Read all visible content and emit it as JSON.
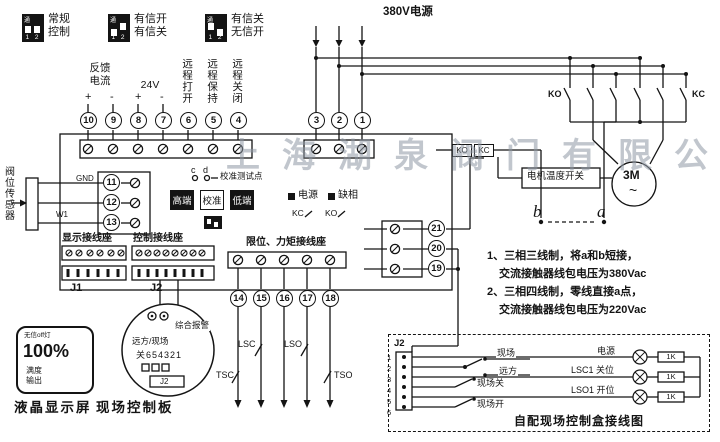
{
  "colors": {
    "line": "#141414",
    "watermark": "#8e98a4",
    "background": "#ffffff"
  },
  "watermark": "上海湖泉阀门有限公司",
  "dip": {
    "on": "通",
    "pins": "1 2",
    "sw1": {
      "l1": "常规",
      "l2": "控制"
    },
    "sw2": {
      "l1": "有信开",
      "l2": "有信关"
    },
    "sw3": {
      "l1": "有信关",
      "l2": "无信开"
    }
  },
  "power": {
    "label": "380V电源"
  },
  "inputs": {
    "fb1": "反馈",
    "fb2": "电流",
    "plus": "+",
    "minus": "-",
    "v24": "24V",
    "remote_open": "远程打开",
    "remote_hold": "远程保持",
    "remote_close": "远程关闭"
  },
  "terms": {
    "n1": "1",
    "n2": "2",
    "n3": "3",
    "n4": "4",
    "n5": "5",
    "n6": "6",
    "n7": "7",
    "n8": "8",
    "n9": "9",
    "n10": "10",
    "n11": "11",
    "n12": "12",
    "n13": "13",
    "n14": "14",
    "n15": "15",
    "n16": "16",
    "n17": "17",
    "n18": "18",
    "n19": "19",
    "n20": "20",
    "n21": "21"
  },
  "sensor": {
    "label": "阀位传感器",
    "gnd": "GND",
    "w1": "W1"
  },
  "cal": {
    "c": "c",
    "d": "d",
    "test": "校准测试点",
    "high": "高端",
    "mid": "校准",
    "low": "低端"
  },
  "ind": {
    "power": "电源",
    "phase": "缺相",
    "kc": "KC",
    "ko": "KO"
  },
  "blocks": {
    "display": "显示接线座",
    "control": "控制接线座",
    "limit": "限位、力矩接线座",
    "j1": "J1",
    "j2": "J2"
  },
  "motor": {
    "m": "3M",
    "sine": "~",
    "temp": "电机温度开关",
    "ko": "KO",
    "kc": "KC"
  },
  "ab": {
    "a": "a",
    "b": "b"
  },
  "notes": {
    "l1": "1、三相三线制，将a和b短接，",
    "l2": "交流接触器线包电压为380Vac",
    "l3": "2、三相四线制，零线直接a点，",
    "l4": "交流接触器线包电压为220Vac"
  },
  "lcd": {
    "l1": "无信off灯",
    "value": "100%",
    "l3": "满度",
    "l4": "输出",
    "caption": "液晶显示屏"
  },
  "dial": {
    "alarm": "综合报警",
    "mode": "远方/现场",
    "scale": "关654321",
    "j2": "J2",
    "caption": "现场控制板"
  },
  "limits": {
    "tsc": "TSC",
    "lsc": "LSC",
    "lso": "LSO",
    "tso": "TSO"
  },
  "box": {
    "title": "自配现场控制盒接线图",
    "j2": "J2",
    "pins": "123456",
    "field": "现场",
    "remote": "远方",
    "field_close": "现场关",
    "field_open": "现场开",
    "lamp1": "电源",
    "lamp2": "LSC1 关位",
    "lamp3": "LSO1 开位",
    "r": "1K"
  }
}
